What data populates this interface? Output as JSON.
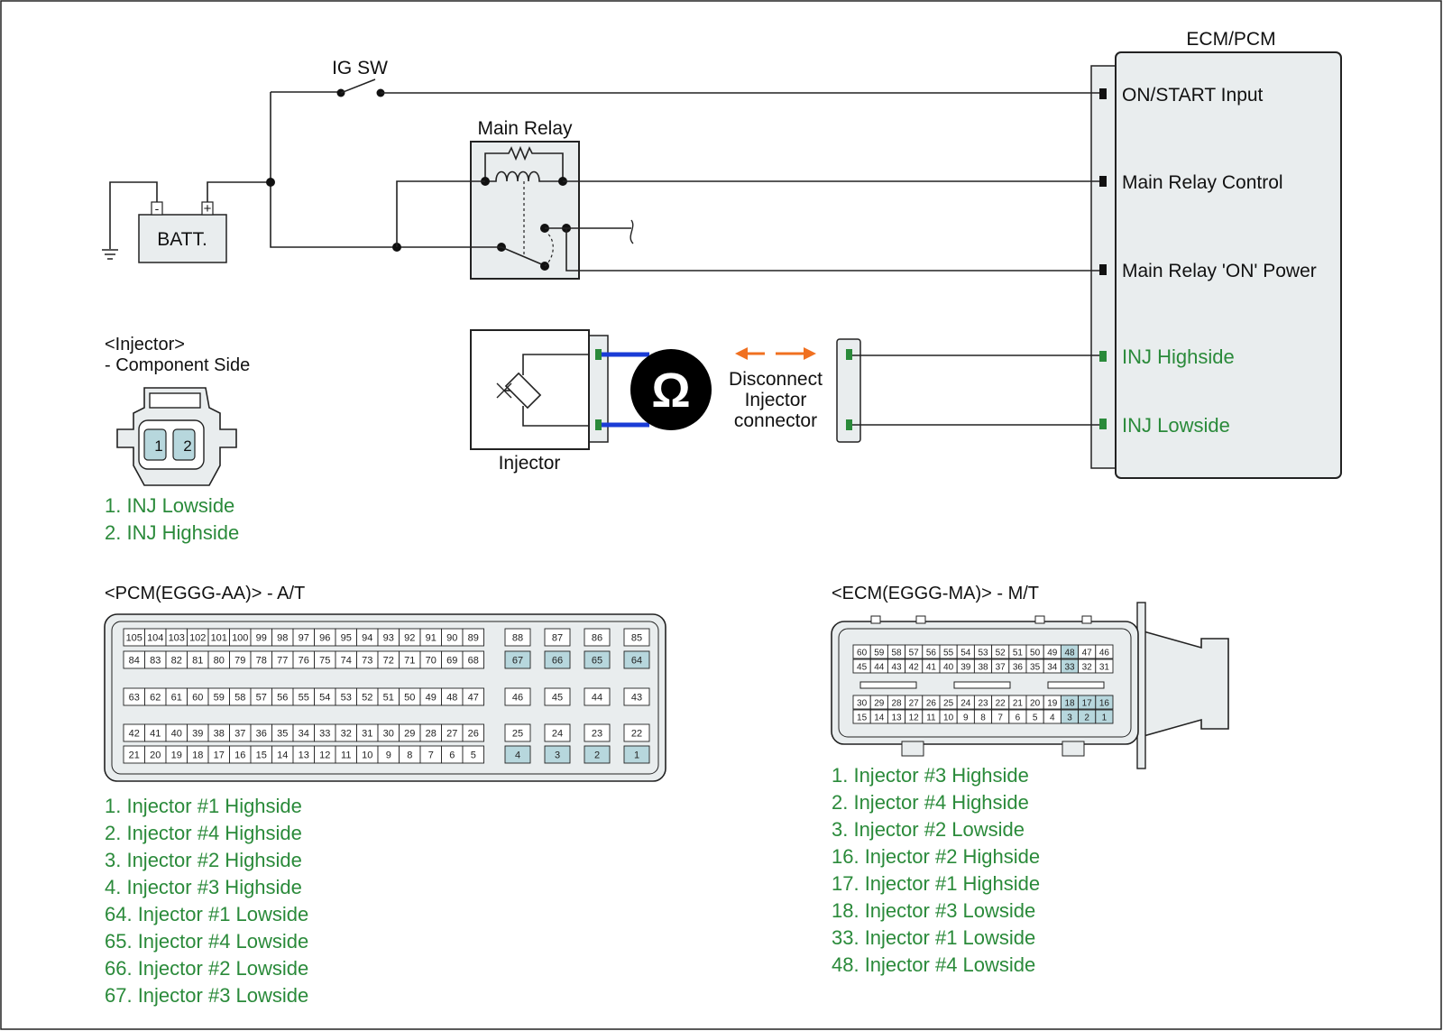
{
  "colors": {
    "green": "#2a8a3a",
    "box_fill": "#e9edee",
    "pin_highlight": "#b7d7dd",
    "meter": "#000000",
    "probe_wire": "#1a3cd6",
    "arrow": "#f07020"
  },
  "schematic": {
    "ecm_title": "ECM/PCM",
    "ig_sw_label": "IG SW",
    "main_relay_label": "Main Relay",
    "batt_label": "BATT.",
    "batt_neg": "-",
    "batt_pos": "+",
    "injector_label": "Injector",
    "meter_symbol": "Ω",
    "disconnect_line1": "Disconnect",
    "disconnect_line2": "Injector",
    "disconnect_line3": "connector",
    "ecm_pins": {
      "on_start": "ON/START Input",
      "relay_control": "Main Relay Control",
      "relay_power": "Main Relay 'ON' Power",
      "inj_high": "INJ Highside",
      "inj_low": "INJ Lowside"
    }
  },
  "injector_connector": {
    "title": "<Injector>",
    "subtitle": "- Component Side",
    "pin1": "1",
    "pin2": "2",
    "legend": [
      "1. INJ Lowside",
      "2. INJ Highside"
    ]
  },
  "pcm_connector": {
    "title": "<PCM(EGGG-AA)> - A/T",
    "row1": [
      "105",
      "104",
      "103",
      "102",
      "101",
      "100",
      "99",
      "98",
      "97",
      "96",
      "95",
      "94",
      "93",
      "92",
      "91",
      "90",
      "89"
    ],
    "row2": [
      "84",
      "83",
      "82",
      "81",
      "80",
      "79",
      "78",
      "77",
      "76",
      "75",
      "74",
      "73",
      "72",
      "71",
      "70",
      "69",
      "68"
    ],
    "row3": [
      "63",
      "62",
      "61",
      "60",
      "59",
      "58",
      "57",
      "56",
      "55",
      "54",
      "53",
      "52",
      "51",
      "50",
      "49",
      "48",
      "47"
    ],
    "row4": [
      "42",
      "41",
      "40",
      "39",
      "38",
      "37",
      "36",
      "35",
      "34",
      "33",
      "32",
      "31",
      "30",
      "29",
      "28",
      "27",
      "26"
    ],
    "row5": [
      "21",
      "20",
      "19",
      "18",
      "17",
      "16",
      "15",
      "14",
      "13",
      "12",
      "11",
      "10",
      "9",
      "8",
      "7",
      "6",
      "5"
    ],
    "side_top": [
      "88",
      "87",
      "86",
      "85"
    ],
    "side_top2": [
      "67",
      "66",
      "65",
      "64"
    ],
    "side_mid": [
      "46",
      "45",
      "44",
      "43"
    ],
    "side_bot": [
      "25",
      "24",
      "23",
      "22"
    ],
    "side_bot2": [
      "4",
      "3",
      "2",
      "1"
    ],
    "legend": [
      "1. Injector #1 Highside",
      "2. Injector #4 Highside",
      "3. Injector #2 Highside",
      "4. Injector #3 Highside",
      "64. Injector #1 Lowside",
      "65. Injector #4 Lowside",
      "66. Injector #2 Lowside",
      "67. Injector #3 Lowside"
    ]
  },
  "ecm_connector": {
    "title": "<ECM(EGGG-MA)> - M/T",
    "row1": [
      "60",
      "59",
      "58",
      "57",
      "56",
      "55",
      "54",
      "53",
      "52",
      "51",
      "50",
      "49",
      "48",
      "47",
      "46"
    ],
    "row2": [
      "45",
      "44",
      "43",
      "42",
      "41",
      "40",
      "39",
      "38",
      "37",
      "36",
      "35",
      "34",
      "33",
      "32",
      "31"
    ],
    "row3": [
      "30",
      "29",
      "28",
      "27",
      "26",
      "25",
      "24",
      "23",
      "22",
      "21",
      "20",
      "19",
      "18",
      "17",
      "16"
    ],
    "row4": [
      "15",
      "14",
      "13",
      "12",
      "11",
      "10",
      "9",
      "8",
      "7",
      "6",
      "5",
      "4",
      "3",
      "2",
      "1"
    ],
    "legend": [
      "1. Injector #3 Highside",
      "2. Injector #4 Highside",
      "3. Injector #2 Lowside",
      "16. Injector #2 Highside",
      "17. Injector #1 Highside",
      "18. Injector #3 Lowside",
      "33. Injector #1 Lowside",
      "48. Injector #4 Lowside"
    ]
  }
}
